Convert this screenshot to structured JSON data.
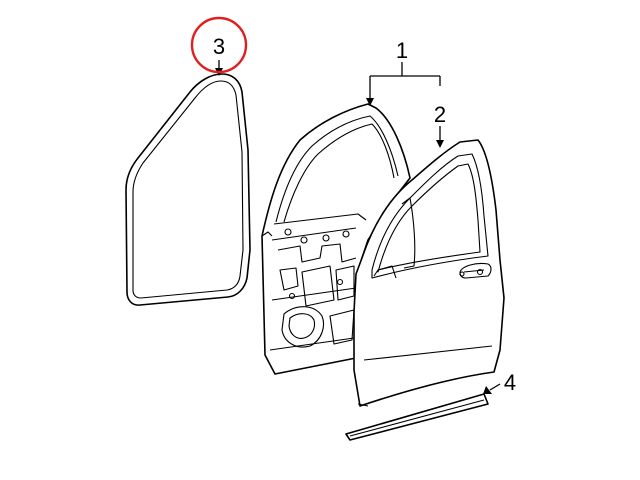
{
  "callouts": {
    "c1": "1",
    "c2": "2",
    "c3": "3",
    "c4": "4"
  },
  "highlight_color": "#e02020",
  "line_color": "#000000"
}
